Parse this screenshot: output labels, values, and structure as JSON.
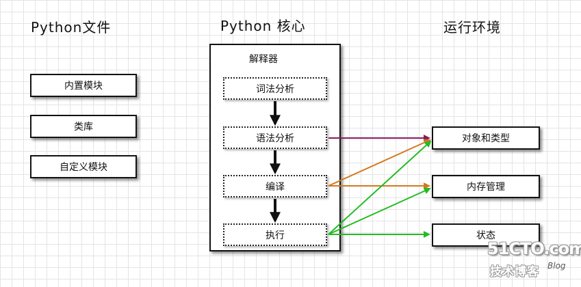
{
  "columns": {
    "files_title": "Python文件",
    "core_title": "Python 核心",
    "runtime_title": "运行环境"
  },
  "files": {
    "builtin_modules": "内置模块",
    "libraries": "类库",
    "custom_modules": "自定义模块"
  },
  "core": {
    "interpreter_label": "解释器",
    "lexical_analysis": "词法分析",
    "syntax_analysis": "语法分析",
    "compile": "编译",
    "execute": "执行"
  },
  "runtime": {
    "objects_types": "对象和类型",
    "memory_management": "内存管理",
    "state": "状态"
  },
  "edge_colors": {
    "syntax": "#8b1a5a",
    "compile": "#d4781e",
    "execute": "#22bb22",
    "flow": "#111111"
  },
  "watermark": {
    "site": "51CTO.com",
    "sub": "技术博客",
    "blog": "Blog"
  }
}
